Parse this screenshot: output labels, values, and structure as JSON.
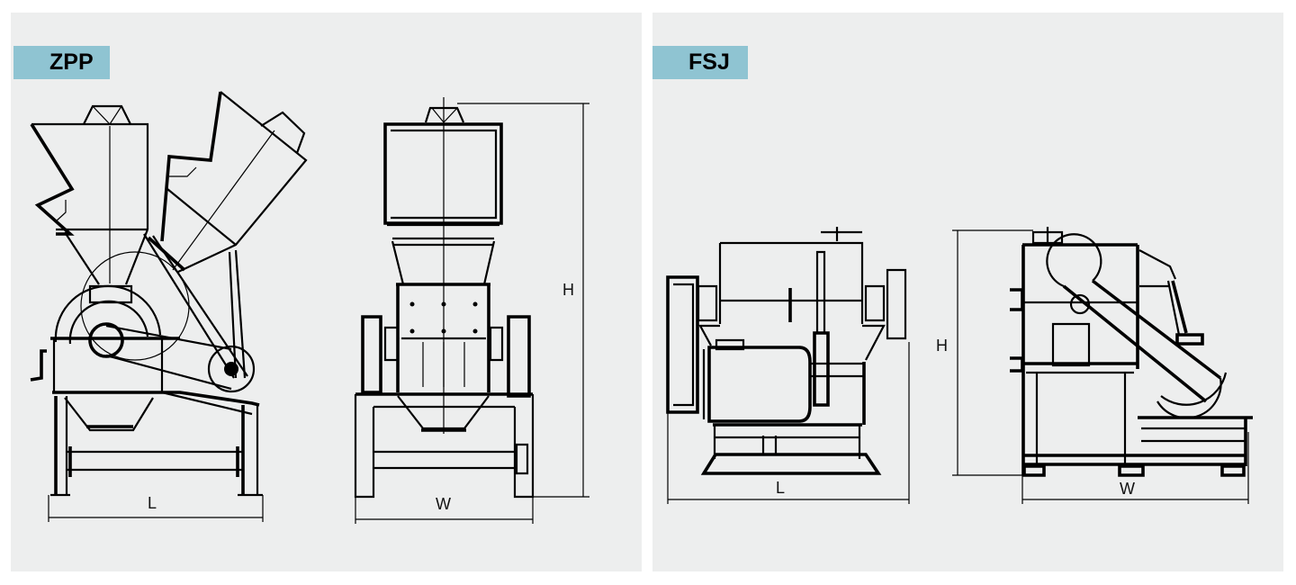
{
  "panels": [
    {
      "model": "ZPP",
      "views": [
        "side-view-open-hopper",
        "front-view"
      ],
      "dimensions": {
        "length": "L",
        "width": "W",
        "height": "H"
      }
    },
    {
      "model": "FSJ",
      "views": [
        "front-view",
        "side-view"
      ],
      "dimensions": {
        "length": "L",
        "width": "W",
        "height": "H"
      }
    }
  ],
  "colors": {
    "panel_background": "#edeeee",
    "tag_background": "#8fc4d2",
    "line": "#000000"
  }
}
